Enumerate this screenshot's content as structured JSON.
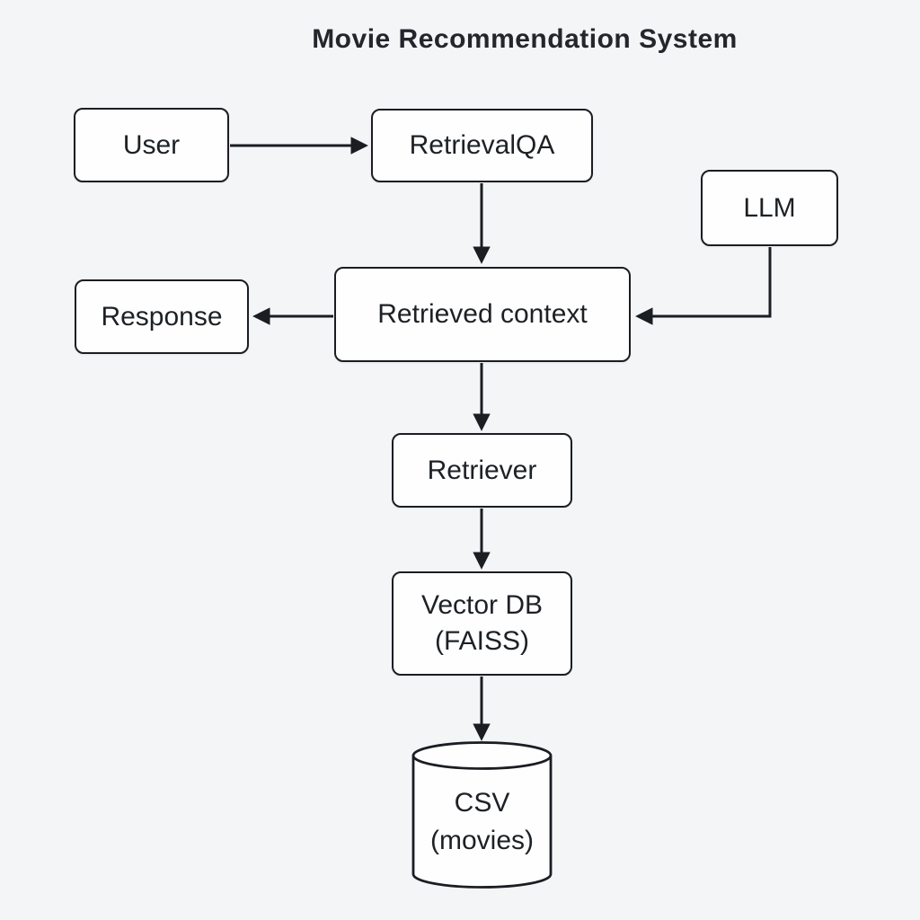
{
  "title": "Movie Recommendation System",
  "diagram": {
    "type": "flowchart",
    "nodes": {
      "user": {
        "label": "User",
        "shape": "rounded-rect"
      },
      "retrievalqa": {
        "label": "RetrievalQA",
        "shape": "rounded-rect"
      },
      "llm": {
        "label": "LLM",
        "shape": "rounded-rect"
      },
      "response": {
        "label": "Response",
        "shape": "rounded-rect"
      },
      "retrieved_context": {
        "label": "Retrieved context",
        "shape": "rounded-rect"
      },
      "retriever": {
        "label": "Retriever",
        "shape": "rounded-rect"
      },
      "vector_db": {
        "label_line1": "Vector DB",
        "label_line2": "(FAISS)",
        "shape": "rounded-rect"
      },
      "csv": {
        "label_line1": "CSV",
        "label_line2": "(movies)",
        "shape": "cylinder"
      }
    },
    "edges": [
      {
        "from": "user",
        "to": "retrievalqa",
        "direction": "right"
      },
      {
        "from": "retrievalqa",
        "to": "retrieved_context",
        "direction": "down"
      },
      {
        "from": "llm",
        "to": "retrieved_context",
        "direction": "down-left-elbow"
      },
      {
        "from": "retrieved_context",
        "to": "response",
        "direction": "left"
      },
      {
        "from": "retrieved_context",
        "to": "retriever",
        "direction": "down"
      },
      {
        "from": "retriever",
        "to": "vector_db",
        "direction": "down"
      },
      {
        "from": "vector_db",
        "to": "csv",
        "direction": "down"
      }
    ],
    "colors": {
      "background": "#f4f5f7",
      "node_fill": "#fefefe",
      "stroke": "#1a1d22",
      "text": "#1d2126",
      "title_text": "#23262b"
    }
  }
}
